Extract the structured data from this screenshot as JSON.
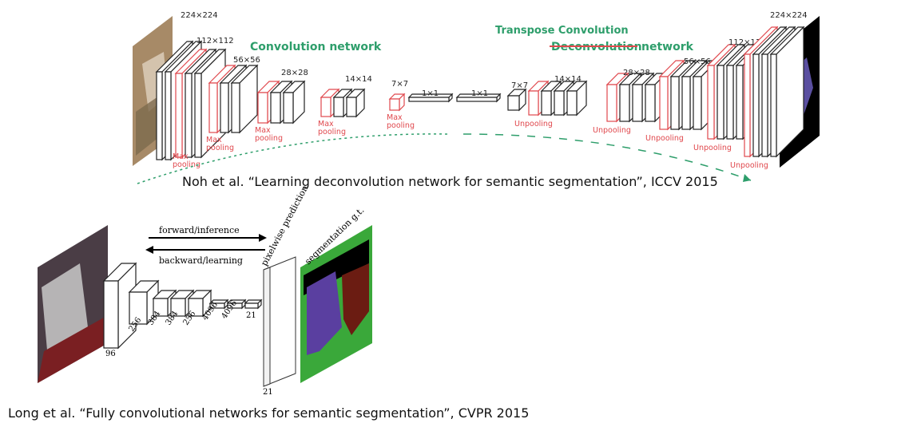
{
  "top_figure": {
    "labels": {
      "conv_net": "Convolution network",
      "transpose": "Transpose Convolution",
      "deconv_struck": "Deconvolution",
      "deconv_suffix": "network"
    },
    "encoder_sizes": [
      "224×224",
      "112×112",
      "56×56",
      "28×28",
      "14×14",
      "7×7",
      "1×1"
    ],
    "decoder_sizes": [
      "1×1",
      "7×7",
      "14×14",
      "28×28",
      "56×56",
      "112×112",
      "224×224"
    ],
    "pool_label": "Max pooling",
    "unpool_label": "Unpooling",
    "caption": "Noh et al. “Learning deconvolution network for semantic segmentation”, ICCV 2015",
    "colors": {
      "green": "#2e9e6b",
      "red": "#e0484d",
      "teal": "#1f8a6a"
    }
  },
  "bottom_figure": {
    "forward": "forward/inference",
    "backward": "backward/learning",
    "pixelwise": "pixelwise prediction",
    "seg_gt": "segmentation g.t.",
    "layer_numbers": [
      "96",
      "256",
      "384",
      "384",
      "256",
      "4096",
      "4096",
      "21"
    ],
    "out_channels": "21",
    "caption": "Long et al. “Fully convolutional networks for semantic segmentation”, CVPR 2015"
  }
}
